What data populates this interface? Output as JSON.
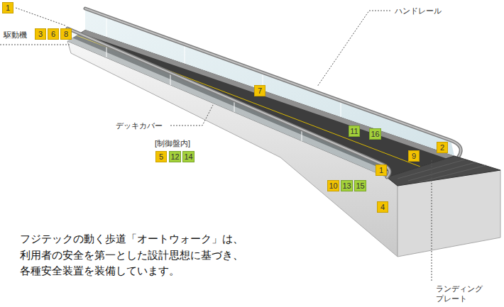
{
  "diagram": {
    "caption": "フジテックの動く歩道「オートウォーク」は、 利用者の安全を第一とした設計思想に基づき、 各種安全装置を装備しています。",
    "nodes": [
      {
        "text": [
          "1"
        ]
      },
      {
        "text": [
          "3"
        ]
      },
      {
        "text": [
          "6"
        ]
      },
      {
        "text": [
          "8"
        ]
      },
      {
        "text": [
          "7"
        ]
      },
      {
        "text": [
          "11"
        ]
      },
      {
        "text": [
          "16"
        ]
      },
      {
        "text": [
          "2"
        ]
      },
      {
        "text": [
          "5"
        ]
      },
      {
        "text": [
          "12"
        ]
      },
      {
        "text": [
          "14"
        ]
      },
      {
        "text": [
          "9"
        ]
      },
      {
        "text": [
          "1"
        ]
      },
      {
        "text": [
          "10"
        ]
      },
      {
        "text": [
          "13"
        ]
      },
      {
        "text": [
          "15"
        ]
      },
      {
        "text": [
          "4"
        ]
      }
    ],
    "labels": [
      "駆動機",
      "ハンドレール",
      "デッキカバー",
      "[制御盤内]",
      "ランディング プレート"
    ]
  }
}
